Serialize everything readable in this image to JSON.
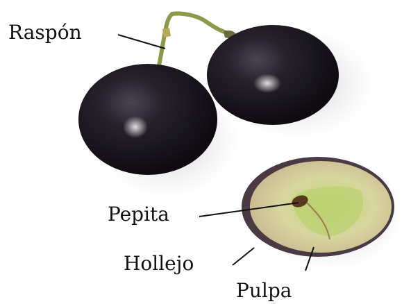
{
  "labels": {
    "stem": "Raspón",
    "seed": "Pepita",
    "skin": "Hollejo",
    "pulp": "Pulpa"
  },
  "colors": {
    "background": "#ffffff",
    "grape_skin": "#17141d",
    "stem": "#8a9a4a",
    "pulp": "#c9d28a",
    "seed": "#5a3a1e",
    "leader_lines": "#111111"
  }
}
